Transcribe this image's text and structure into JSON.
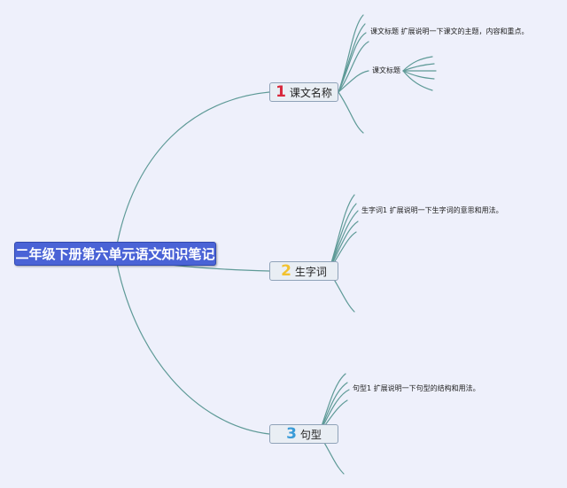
{
  "root": {
    "label": "二年级下册第六单元语文知识笔记"
  },
  "branches": [
    {
      "number": "1",
      "label": "课文名称"
    },
    {
      "number": "2",
      "label": "生字词"
    },
    {
      "number": "3",
      "label": "句型"
    }
  ],
  "notes": {
    "lesson_title_note": "课文标题 扩展说明一下课文的主题，内容和重点。",
    "lesson_title": "课文标题",
    "new_words_note": "生字词1 扩展说明一下生字词的意思和用法。",
    "sentence_note": "句型1 扩展说明一下句型的结构和用法。"
  },
  "colors": {
    "connector": "#5e9a97",
    "root_fill": "#4a63d6",
    "background": "#eef0fb"
  }
}
